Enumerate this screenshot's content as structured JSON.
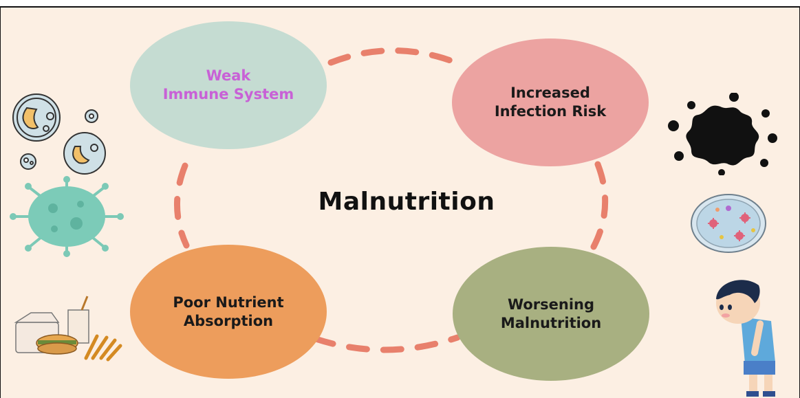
{
  "center_title": "Malnutrition",
  "nodes": {
    "top_left": "Weak\nImmune System",
    "top_right": "Increased\nInfection Risk",
    "bottom_left": "Poor Nutrient\nAbsorption",
    "bottom_right": "Worsening\nMalnutrition"
  },
  "colors": {
    "background": "#fcefe3",
    "dash": "#e8806c",
    "top_left_fill": "#c5dcd2",
    "top_left_text": "#c861d6",
    "top_right_fill": "#eca3a1",
    "bottom_left_fill": "#ed9d5c",
    "bottom_right_fill": "#a8b081"
  },
  "illustrations": [
    "bacteria-icon",
    "virus-icon",
    "junk-food-icon",
    "germ-splat-icon",
    "petri-dish-icon",
    "sick-boy-icon"
  ]
}
